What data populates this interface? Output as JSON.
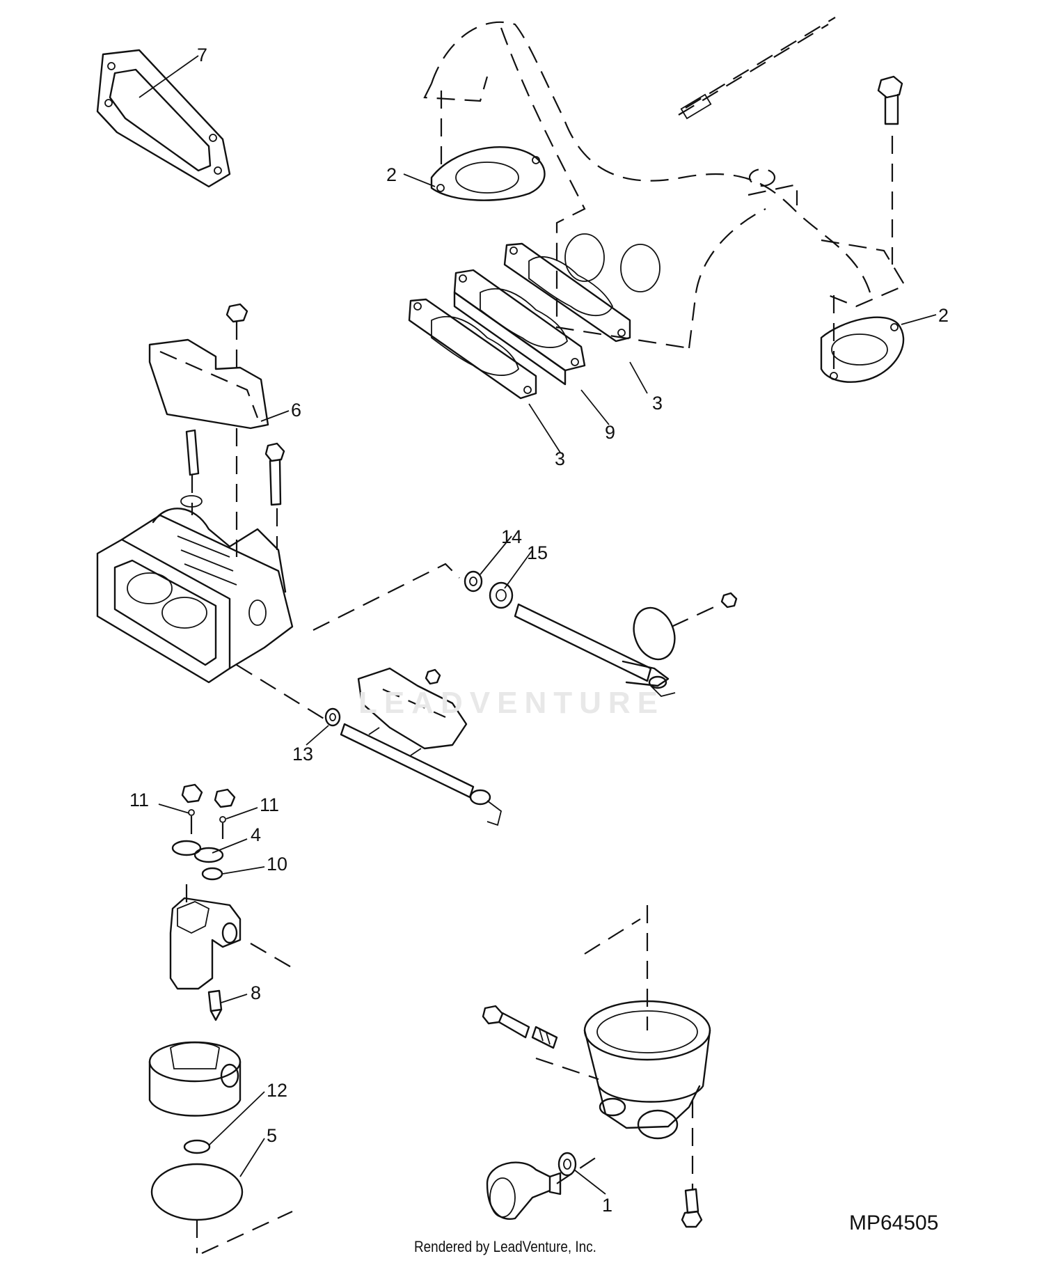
{
  "figure": {
    "id": "MP64505",
    "credit": "Rendered by LeadVenture, Inc.",
    "watermark": "LEADVENTURE"
  },
  "callouts": [
    {
      "key": "c7",
      "label": "7"
    },
    {
      "key": "c2a",
      "label": "2"
    },
    {
      "key": "c2b",
      "label": "2"
    },
    {
      "key": "c6",
      "label": "6"
    },
    {
      "key": "c3a",
      "label": "3"
    },
    {
      "key": "c9",
      "label": "9"
    },
    {
      "key": "c3b",
      "label": "3"
    },
    {
      "key": "c14",
      "label": "14"
    },
    {
      "key": "c15",
      "label": "15"
    },
    {
      "key": "c13",
      "label": "13"
    },
    {
      "key": "c11a",
      "label": "11"
    },
    {
      "key": "c11b",
      "label": "11"
    },
    {
      "key": "c4",
      "label": "4"
    },
    {
      "key": "c10",
      "label": "10"
    },
    {
      "key": "c8",
      "label": "8"
    },
    {
      "key": "c12",
      "label": "12"
    },
    {
      "key": "c5",
      "label": "5"
    },
    {
      "key": "c1",
      "label": "1"
    }
  ]
}
